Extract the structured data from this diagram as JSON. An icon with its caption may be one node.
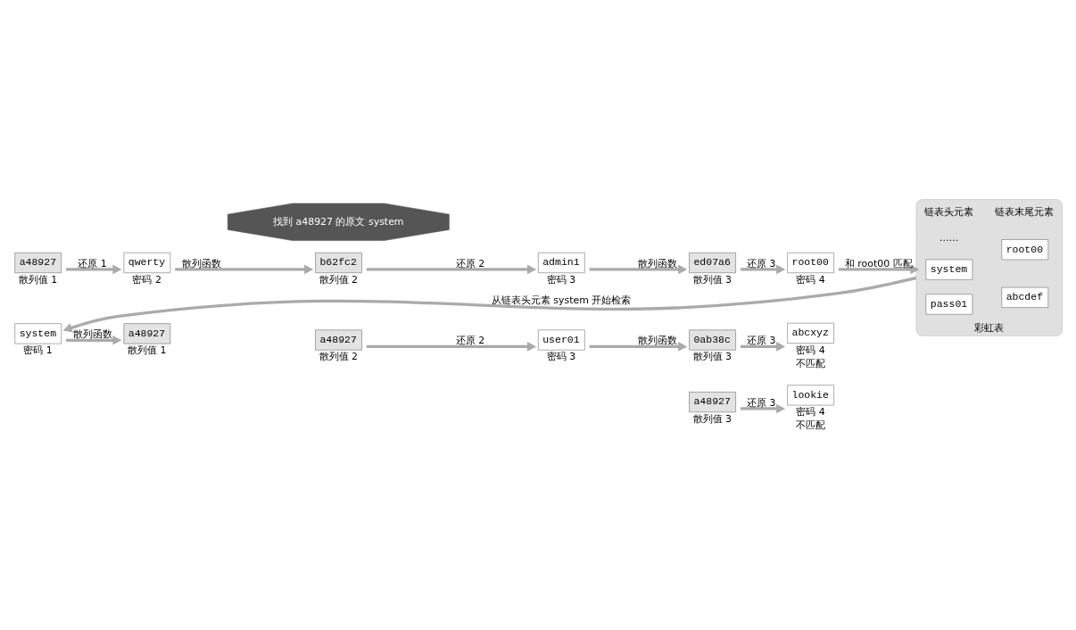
{
  "diagram": {
    "nodes": [
      {
        "text": [
          "a48927"
        ],
        "beside": [
          "散列值 3"
        ]
      },
      {
        "text": [
          "lookie"
        ],
        "beside": [
          "密码 4",
          "不匹配"
        ]
      },
      {
        "text": [
          "a48927"
        ],
        "beside": [
          "散列值 2"
        ]
      },
      {
        "text": [
          "user01"
        ],
        "beside": [
          "密码 3"
        ]
      },
      {
        "text": [
          "0ab38c"
        ],
        "beside": [
          "散列值 3"
        ]
      },
      {
        "text": [
          "abcxyz"
        ],
        "beside": [
          "密码 4",
          "不匹配"
        ]
      },
      {
        "text": [
          "a48927"
        ],
        "beside": [
          "散列值 1"
        ]
      },
      {
        "text": [
          "qwerty"
        ],
        "beside": [
          "密码 2"
        ]
      },
      {
        "text": [
          "b62fc2"
        ],
        "beside": [
          "散列值 2"
        ]
      },
      {
        "text": [
          "admin1"
        ],
        "beside": [
          "密码 3"
        ]
      },
      {
        "text": [
          "ed07a6"
        ],
        "beside": [
          "散列值 3"
        ]
      },
      {
        "text": [
          "root00"
        ],
        "beside": [
          "密码 4"
        ]
      },
      {
        "text": [
          "彩虹表"
        ]
      },
      {
        "text": [
          "system"
        ],
        "in": 12
      },
      {
        "text": [
          "root00"
        ],
        "in": 12
      },
      {
        "text": [
          "pass01"
        ],
        "in": 12
      },
      {
        "text": [
          "abcdef"
        ],
        "in": 12
      },
      {
        "text": [
          "system"
        ],
        "beside": [
          "密码 1"
        ]
      },
      {
        "text": [
          "a48927"
        ],
        "beside": [
          "散列值 1"
        ]
      },
      {
        "text": [
          "找到 a48927 的原文 system"
        ]
      }
    ],
    "edges": [
      {
        "from": 0,
        "to": 1,
        "arrow": "to",
        "label": "还原 3"
      },
      {
        "from": 2,
        "to": 3,
        "arrow": "to",
        "label": "还原 2"
      },
      {
        "from": 3,
        "to": 4,
        "arrow": "to",
        "label": "散列函数"
      },
      {
        "from": 4,
        "to": 5,
        "arrow": "to",
        "label": "还原 3"
      },
      {
        "from": 6,
        "to": 7,
        "arrow": "to",
        "label": "还原 1"
      },
      {
        "from": 7,
        "to": 8,
        "arrow": "to",
        "label": "散列函数"
      },
      {
        "from": 8,
        "to": 9,
        "arrow": "to",
        "label": "还原 2"
      },
      {
        "from": 9,
        "to": 10,
        "arrow": "to",
        "label": "散列函数"
      },
      {
        "from": 10,
        "to": 11,
        "arrow": "to",
        "label": "还原 3"
      },
      {
        "from": 11,
        "to": 12,
        "arrow": "to",
        "label": "和 root00 匹配"
      },
      {
        "from": 12,
        "to": 17,
        "arrow": "to",
        "label": "从链表头元素 system 开始检索"
      },
      {
        "from": 17,
        "to": 18,
        "arrow": "to",
        "label": "散列函数"
      }
    ],
    "labels": [
      "链表头元素",
      "链表末尾元素",
      "……"
    ]
  }
}
